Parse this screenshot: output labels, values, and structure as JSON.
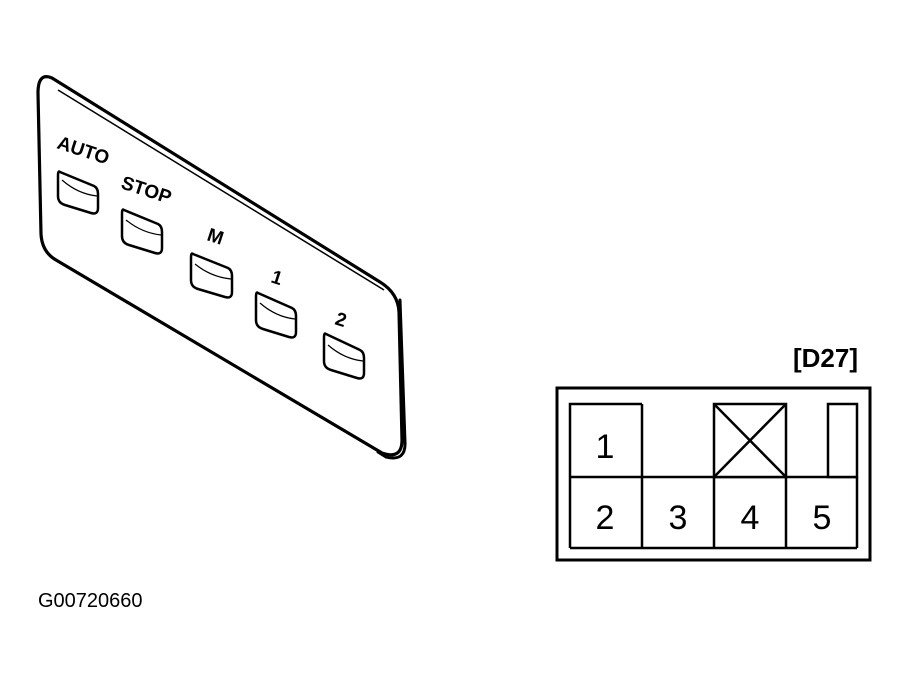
{
  "switch_panel": {
    "buttons": [
      {
        "label": "AUTO"
      },
      {
        "label": "STOP"
      },
      {
        "label": "M"
      },
      {
        "label": "1"
      },
      {
        "label": "2"
      }
    ]
  },
  "connector": {
    "id": "[D27]",
    "cells": [
      {
        "label": "1"
      },
      {
        "label": "2"
      },
      {
        "label": "3"
      },
      {
        "label": "4"
      },
      {
        "label": "5"
      }
    ]
  },
  "figure_code": "G00720660"
}
